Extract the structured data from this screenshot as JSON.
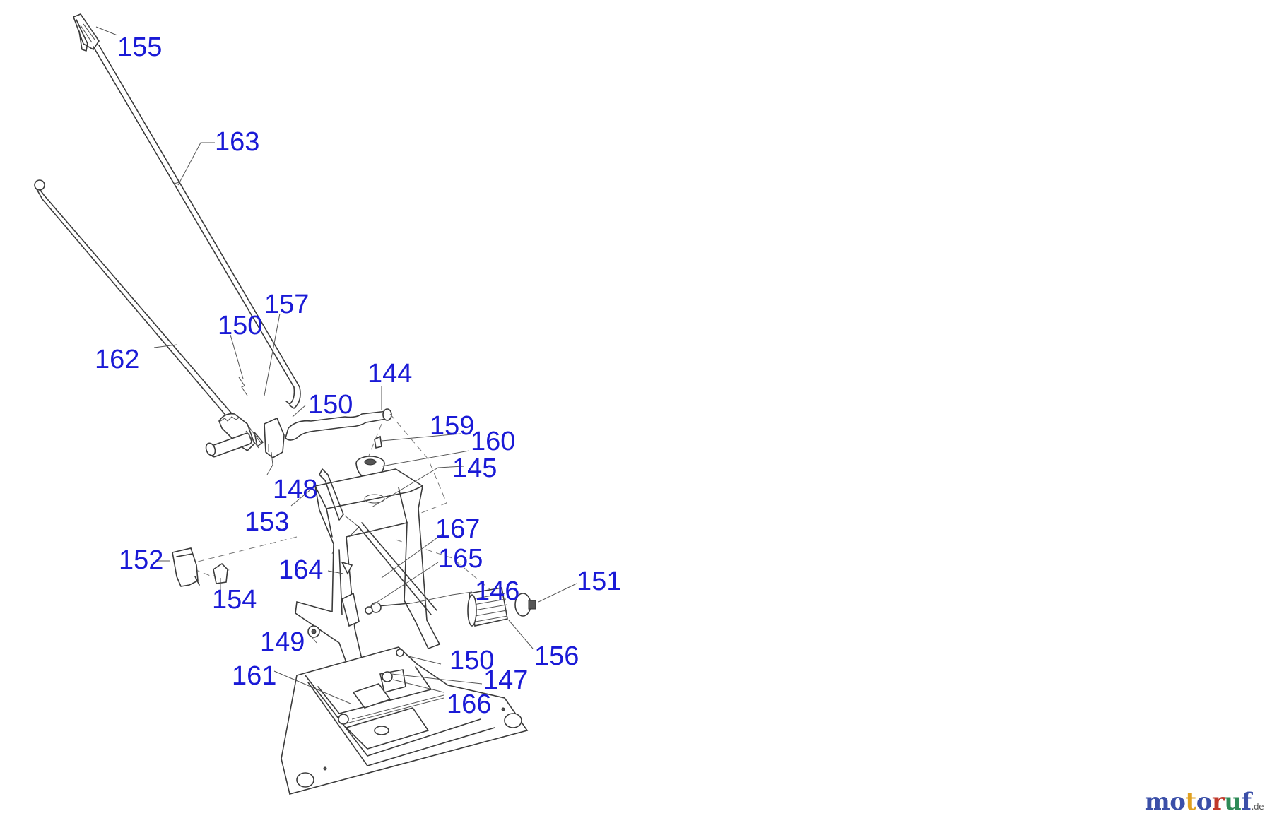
{
  "callouts": [
    {
      "id": "155a",
      "text": "155"
    },
    {
      "id": "163",
      "text": "163"
    },
    {
      "id": "157",
      "text": "157"
    },
    {
      "id": "150a",
      "text": "150"
    },
    {
      "id": "162",
      "text": "162"
    },
    {
      "id": "144",
      "text": "144"
    },
    {
      "id": "150b",
      "text": "150"
    },
    {
      "id": "159",
      "text": "159"
    },
    {
      "id": "160",
      "text": "160"
    },
    {
      "id": "145",
      "text": "145"
    },
    {
      "id": "148",
      "text": "148"
    },
    {
      "id": "153",
      "text": "153"
    },
    {
      "id": "167",
      "text": "167"
    },
    {
      "id": "152",
      "text": "152"
    },
    {
      "id": "165",
      "text": "165"
    },
    {
      "id": "164",
      "text": "164"
    },
    {
      "id": "151",
      "text": "151"
    },
    {
      "id": "146",
      "text": "146"
    },
    {
      "id": "154",
      "text": "154"
    },
    {
      "id": "156",
      "text": "156"
    },
    {
      "id": "149",
      "text": "149"
    },
    {
      "id": "150c",
      "text": "150"
    },
    {
      "id": "147",
      "text": "147"
    },
    {
      "id": "161",
      "text": "161"
    },
    {
      "id": "166",
      "text": "166"
    }
  ],
  "watermark": {
    "letters": [
      "m",
      "o",
      "t",
      "o",
      "r",
      "u",
      "f"
    ],
    "letter_colors": [
      "#3b4fa8",
      "#3b4fa8",
      "#e0a020",
      "#3b4fa8",
      "#c0392b",
      "#2e8b57",
      "#3b4fa8"
    ],
    "suffix": ".de"
  },
  "colors": {
    "callout": "#1a1ad6",
    "line": "#3a3a3a",
    "background": "#ffffff"
  }
}
